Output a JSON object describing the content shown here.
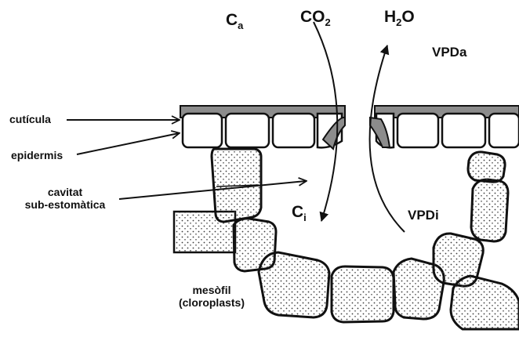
{
  "labels": {
    "ca_main": "C",
    "ca_sub": "a",
    "co2_main": "CO",
    "co2_sub": "2",
    "h2o_h": "H",
    "h2o_sub": "2",
    "h2o_o": "O",
    "vpda": "VPDa",
    "ci_main": "C",
    "ci_sub": "i",
    "vpdi": "VPDi",
    "cuticula": "cutícula",
    "epidermis": "epidermis",
    "cavitat_line1": "cavitat",
    "cavitat_line2": "sub-estomàtica",
    "mesofil_line1": "mesòfil",
    "mesofil_line2": "(cloroplasts)"
  },
  "colors": {
    "outline": "#111111",
    "cuticle": "#8c8c8c",
    "cell_fill": "#ffffff",
    "stipple": "#3a3a3a",
    "background": "#ffffff"
  }
}
